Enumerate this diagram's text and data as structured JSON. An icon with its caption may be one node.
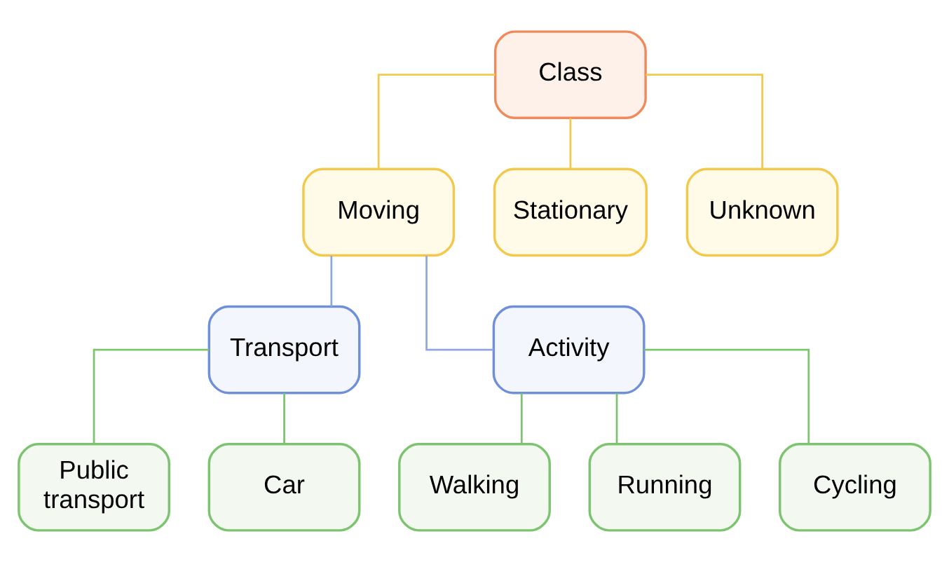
{
  "diagram": {
    "nodes": [
      {
        "text": [
          "Class"
        ]
      },
      {
        "text": [
          "Moving"
        ]
      },
      {
        "text": [
          "Stationary"
        ]
      },
      {
        "text": [
          "Unknown"
        ]
      },
      {
        "text": [
          "Transport"
        ]
      },
      {
        "text": [
          "Activity"
        ]
      },
      {
        "text": [
          "Public transport"
        ]
      },
      {
        "text": [
          "Car"
        ]
      },
      {
        "text": [
          "Walking"
        ]
      },
      {
        "text": [
          "Running"
        ]
      },
      {
        "text": [
          "Cycling"
        ]
      }
    ],
    "edges": [
      {
        "from": 0,
        "to": 1,
        "arrow": "none",
        "color": "#f2c94c"
      },
      {
        "from": 0,
        "to": 2,
        "arrow": "none",
        "color": "#f2c94c"
      },
      {
        "from": 0,
        "to": 3,
        "arrow": "none",
        "color": "#f2c94c"
      },
      {
        "from": 1,
        "to": 4,
        "arrow": "none",
        "color": "#8fa8dc"
      },
      {
        "from": 1,
        "to": 5,
        "arrow": "none",
        "color": "#8fa8dc"
      },
      {
        "from": 4,
        "to": 6,
        "arrow": "none"
      },
      {
        "from": 4,
        "to": 7,
        "arrow": "none"
      },
      {
        "from": 5,
        "to": 8,
        "arrow": "none"
      },
      {
        "from": 5,
        "to": 9,
        "arrow": "none"
      },
      {
        "from": 5,
        "to": 10,
        "arrow": "none"
      }
    ]
  }
}
